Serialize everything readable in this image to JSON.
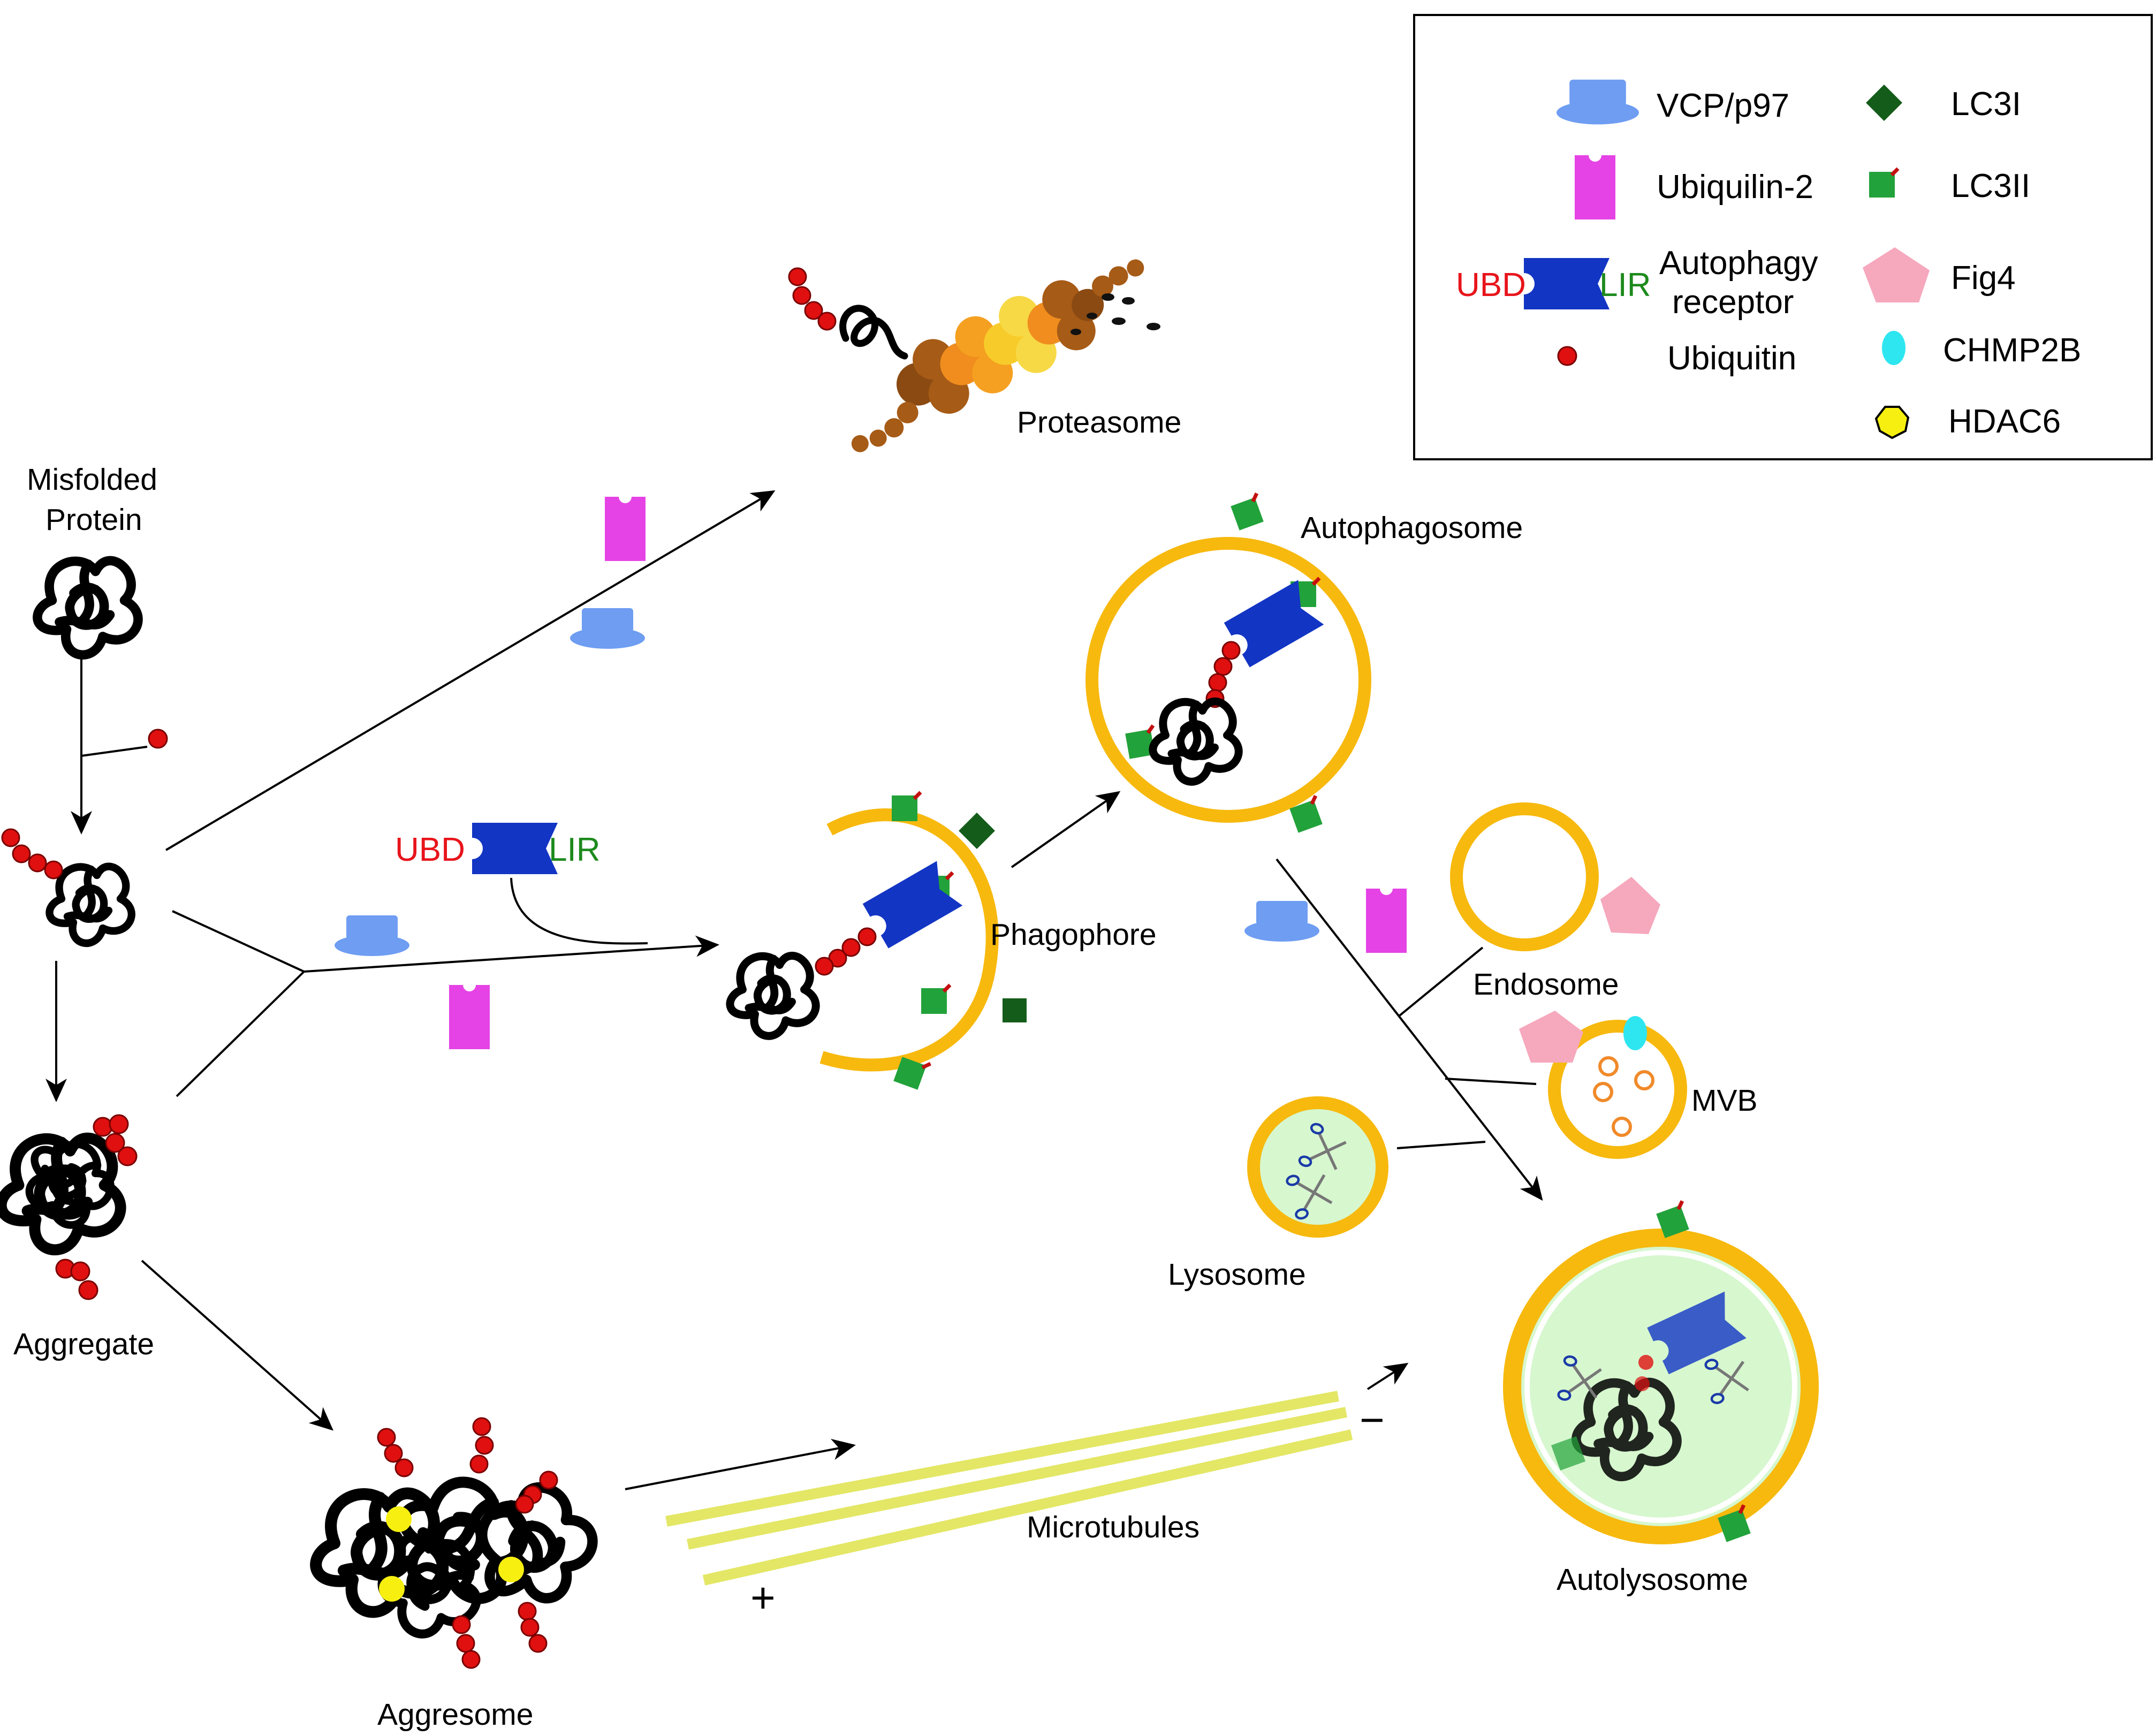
{
  "legend": {
    "vcp": "VCP/p97",
    "ubiquilin": "Ubiquilin-2",
    "autophagy_receptor_line1": "Autophagy",
    "autophagy_receptor_line2": "receptor",
    "ubd": "UBD",
    "lir": "LIR",
    "ubiquitin": "Ubiquitin",
    "lc3i": "LC3I",
    "lc3ii": "LC3II",
    "fig4": "Fig4",
    "chmp2b": "CHMP2B",
    "hdac6": "HDAC6"
  },
  "labels": {
    "misfolded_line1": "Misfolded",
    "misfolded_line2": "Protein",
    "aggregate": "Aggregate",
    "aggresome": "Aggresome",
    "proteasome": "Proteasome",
    "autophagosome": "Autophagosome",
    "phagophore": "Phagophore",
    "endosome": "Endosome",
    "mvb": "MVB",
    "lysosome": "Lysosome",
    "autolysosome": "Autolysosome",
    "microtubules": "Microtubules",
    "ubd": "UBD",
    "lir": "LIR",
    "plus": "+",
    "minus": "−"
  },
  "colors": {
    "vcp": "#6e9df2",
    "ubiquilin": "#e543e5",
    "receptor": "#1235c4",
    "ubiquitin": "#e01010",
    "lc3i": "#145c1a",
    "lc3ii": "#22a23a",
    "fig4": "#f6a8bd",
    "chmp2b": "#2ee6f0",
    "hdac6": "#f6ef10",
    "membrane": "#f7b90e",
    "lumen": "#d7f7cf",
    "microtubule": "#e3e765",
    "mvb_vesicle": "#f08a2a"
  }
}
